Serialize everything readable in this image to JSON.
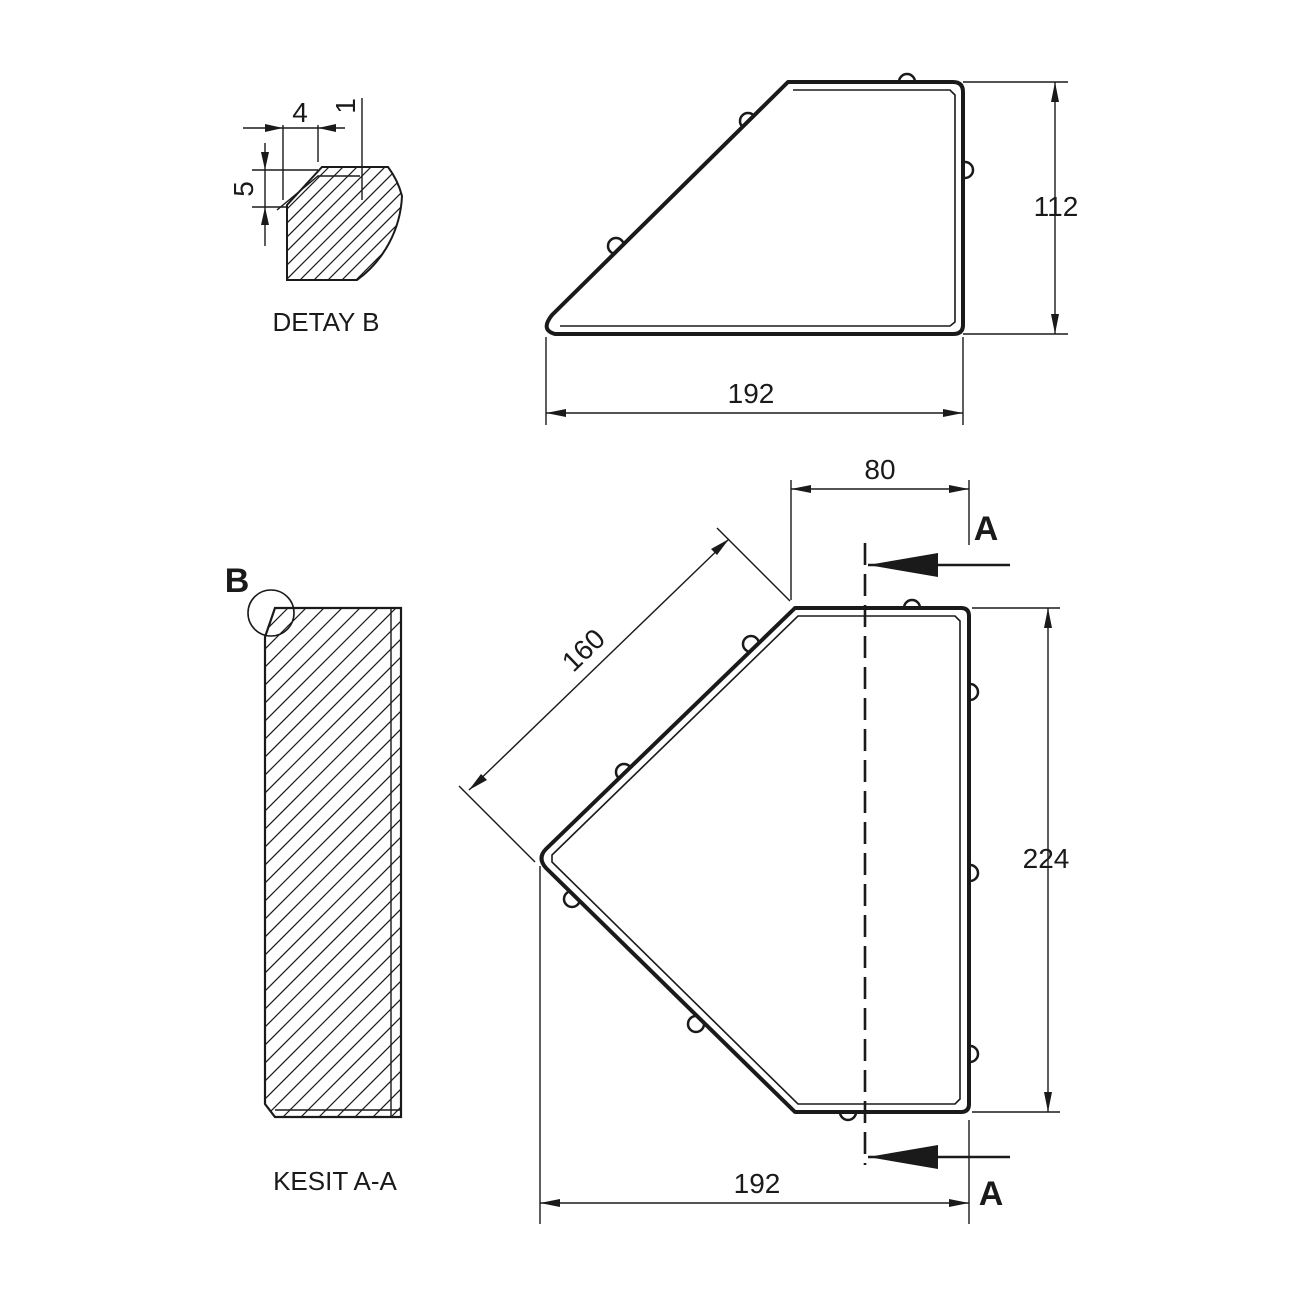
{
  "detail_view": {
    "label": "DETAY B",
    "dim_width": "4",
    "dim_offset": "1",
    "dim_height": "5"
  },
  "side_view": {
    "dim_height": "112",
    "dim_width": "192"
  },
  "section_view": {
    "label": "KESIT A-A",
    "detail_marker": "B"
  },
  "top_view": {
    "dim_offset": "80",
    "dim_diagonal": "160",
    "dim_height": "224",
    "dim_width": "192",
    "section_marker_top": "A",
    "section_marker_bottom": "A"
  }
}
